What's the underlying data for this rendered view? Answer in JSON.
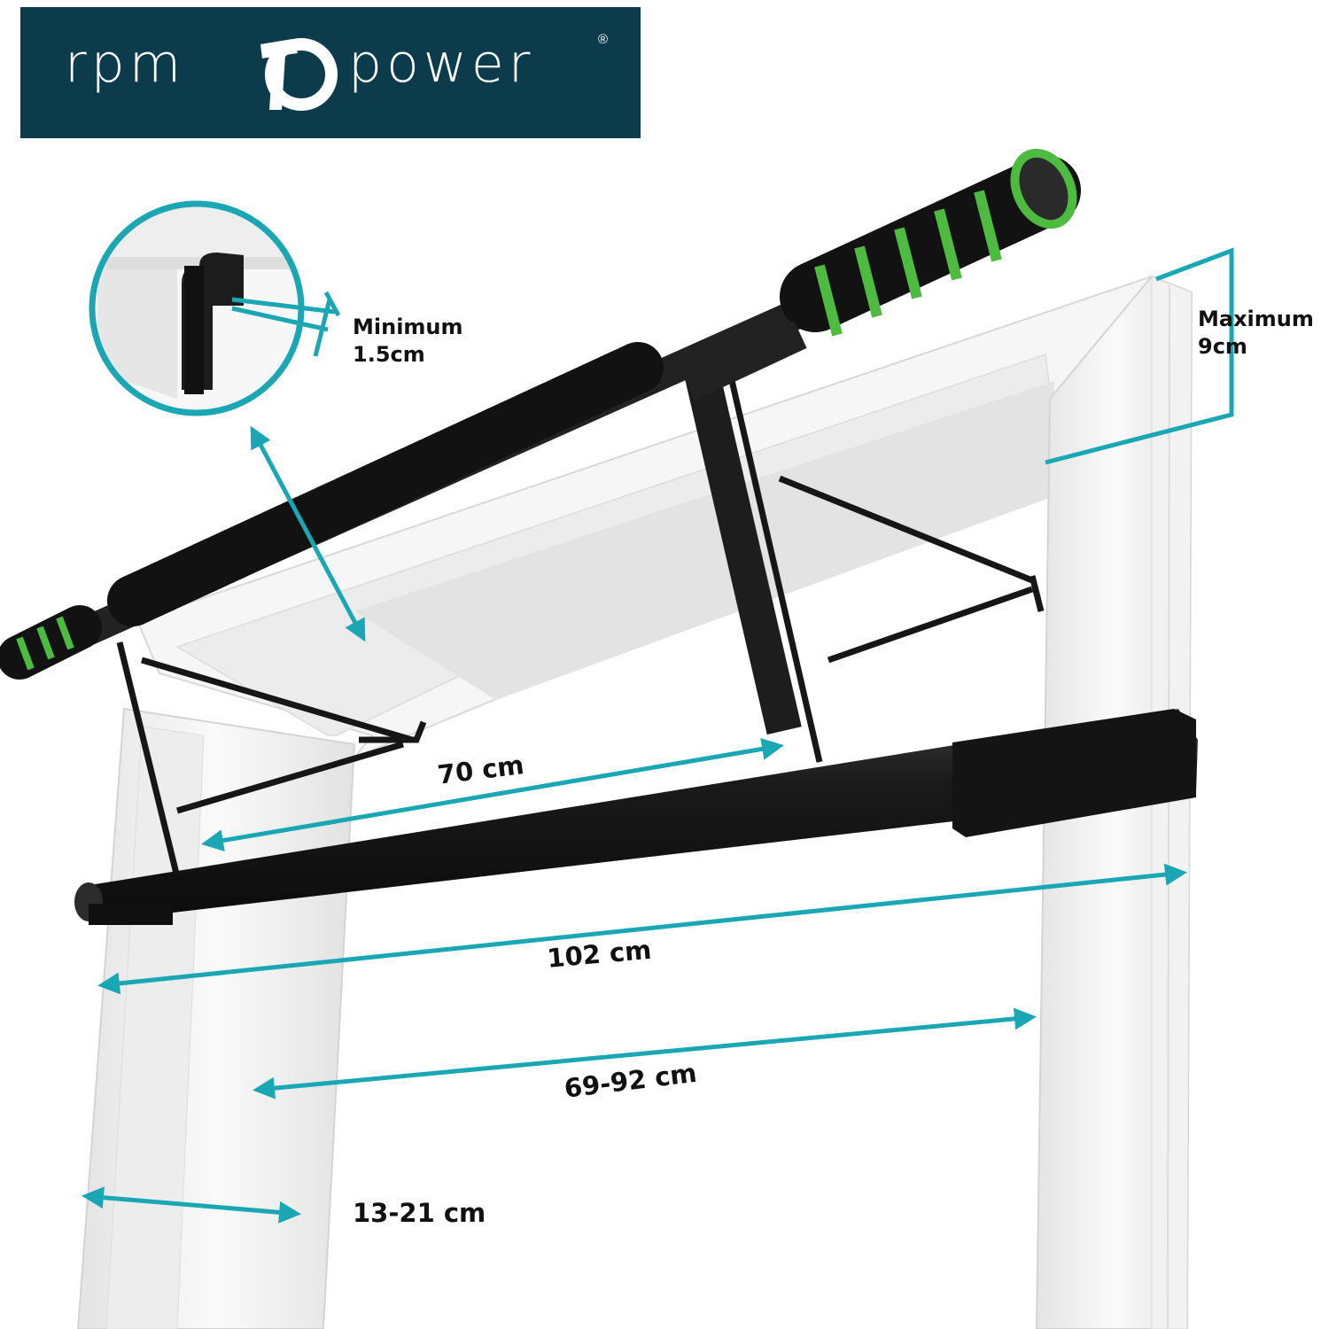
{
  "brand": {
    "name_left": "rpm",
    "name_right": "power",
    "registered_mark": "®",
    "logo_color": "#0c3b4c"
  },
  "annotations": {
    "minimum_line1": "Minimum",
    "minimum_line2": "1.5cm",
    "maximum_line1": "Maximum",
    "maximum_line2": "9cm",
    "handle_spacing": "70 cm",
    "bar_length": "102 cm",
    "door_width": "69-92 cm",
    "frame_width": "13-21 cm"
  },
  "colors": {
    "dimension_line": "#1aa7b3",
    "foam_green": "#4dbb3f",
    "foam_black": "#161616",
    "steel": "#1e1e1e",
    "door_frame": "#f4f4f4"
  }
}
